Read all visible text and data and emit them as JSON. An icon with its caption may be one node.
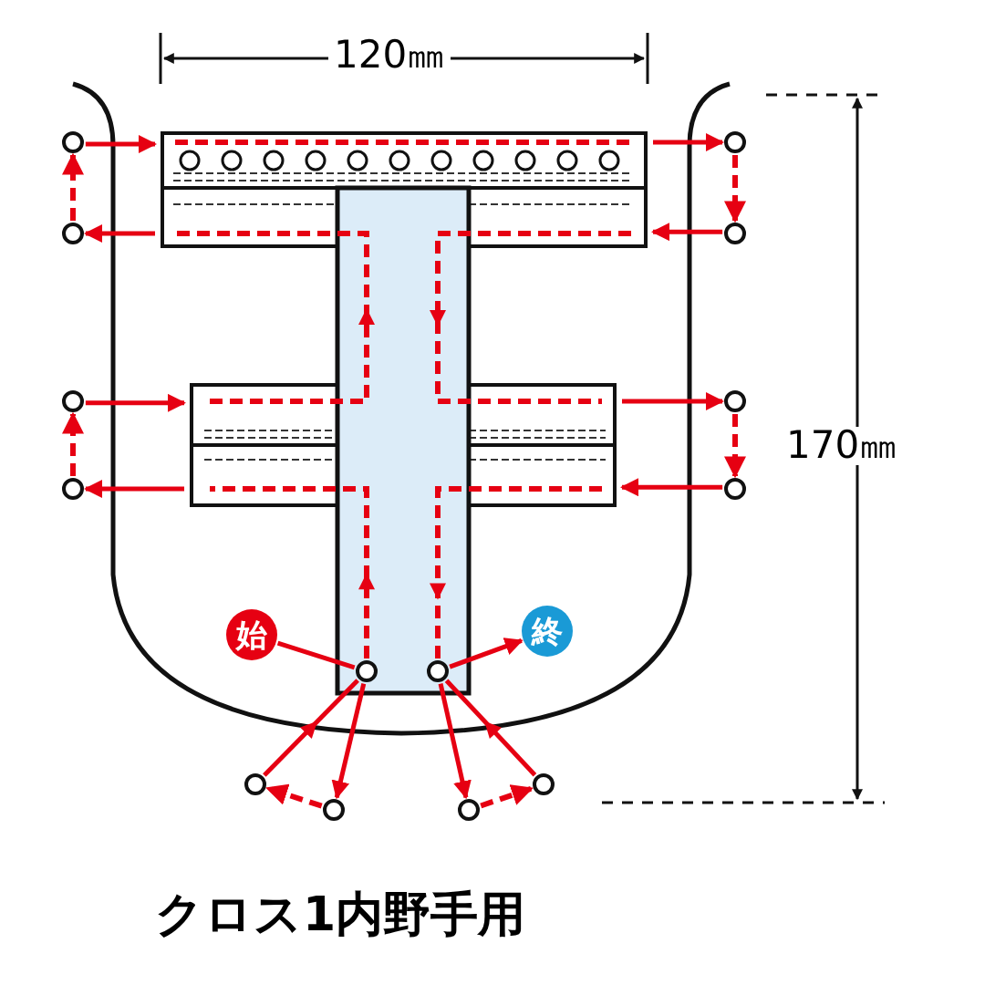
{
  "diagram": {
    "title": "クロス1内野手用",
    "nodes": [
      {
        "text": [
          "始"
        ]
      },
      {
        "text": [
          "終"
        ]
      },
      {
        "text": [],
        "shape": "circle"
      },
      {
        "text": [],
        "shape": "circle"
      },
      {
        "text": [],
        "shape": "box"
      },
      {
        "text": [],
        "shape": "box"
      },
      {
        "text": [],
        "shape": "circle"
      },
      {
        "text": [],
        "shape": "circle"
      },
      {
        "text": [],
        "shape": "circle"
      },
      {
        "text": [],
        "shape": "circle"
      },
      {
        "text": [],
        "shape": "circle"
      },
      {
        "text": [],
        "shape": "circle"
      },
      {
        "text": [],
        "shape": "circle"
      },
      {
        "text": [],
        "shape": "circle"
      },
      {
        "text": [],
        "shape": "circle"
      },
      {
        "text": [],
        "shape": "circle"
      },
      {
        "text": [],
        "shape": "circle"
      },
      {
        "text": [],
        "shape": "circle"
      }
    ],
    "edges": [
      {
        "from": 0,
        "to": 2,
        "arrow": "none"
      },
      {
        "from": 2,
        "to": 5,
        "arrow": "to",
        "style": "dashed"
      },
      {
        "from": 5,
        "to": 9,
        "arrow": "to"
      },
      {
        "from": 9,
        "to": 8,
        "arrow": "to",
        "style": "dashed"
      },
      {
        "from": 8,
        "to": 5,
        "arrow": "to"
      },
      {
        "from": 5,
        "to": 4,
        "arrow": "to",
        "style": "dashed"
      },
      {
        "from": 4,
        "to": 7,
        "arrow": "to"
      },
      {
        "from": 7,
        "to": 6,
        "arrow": "to",
        "style": "dashed"
      },
      {
        "from": 6,
        "to": 4,
        "arrow": "to"
      },
      {
        "from": 4,
        "to": 10,
        "arrow": "to"
      },
      {
        "from": 10,
        "to": 11,
        "arrow": "to",
        "style": "dashed"
      },
      {
        "from": 11,
        "to": 4,
        "arrow": "to"
      },
      {
        "from": 4,
        "to": 5,
        "arrow": "to",
        "style": "dashed"
      },
      {
        "from": 5,
        "to": 12,
        "arrow": "to"
      },
      {
        "from": 12,
        "to": 13,
        "arrow": "to",
        "style": "dashed"
      },
      {
        "from": 13,
        "to": 5,
        "arrow": "to"
      },
      {
        "from": 5,
        "to": 3,
        "arrow": "to",
        "style": "dashed"
      },
      {
        "from": 2,
        "to": 15,
        "arrow": "to"
      },
      {
        "from": 15,
        "to": 14,
        "arrow": "to",
        "style": "dashed"
      },
      {
        "from": 14,
        "to": 2,
        "arrow": "to"
      },
      {
        "from": 3,
        "to": 16,
        "arrow": "to"
      },
      {
        "from": 16,
        "to": 17,
        "arrow": "to",
        "style": "dashed"
      },
      {
        "from": 17,
        "to": 3,
        "arrow": "to"
      },
      {
        "from": 3,
        "to": 1,
        "arrow": "to"
      }
    ],
    "labels": [
      "120㎜",
      "170㎜"
    ]
  }
}
